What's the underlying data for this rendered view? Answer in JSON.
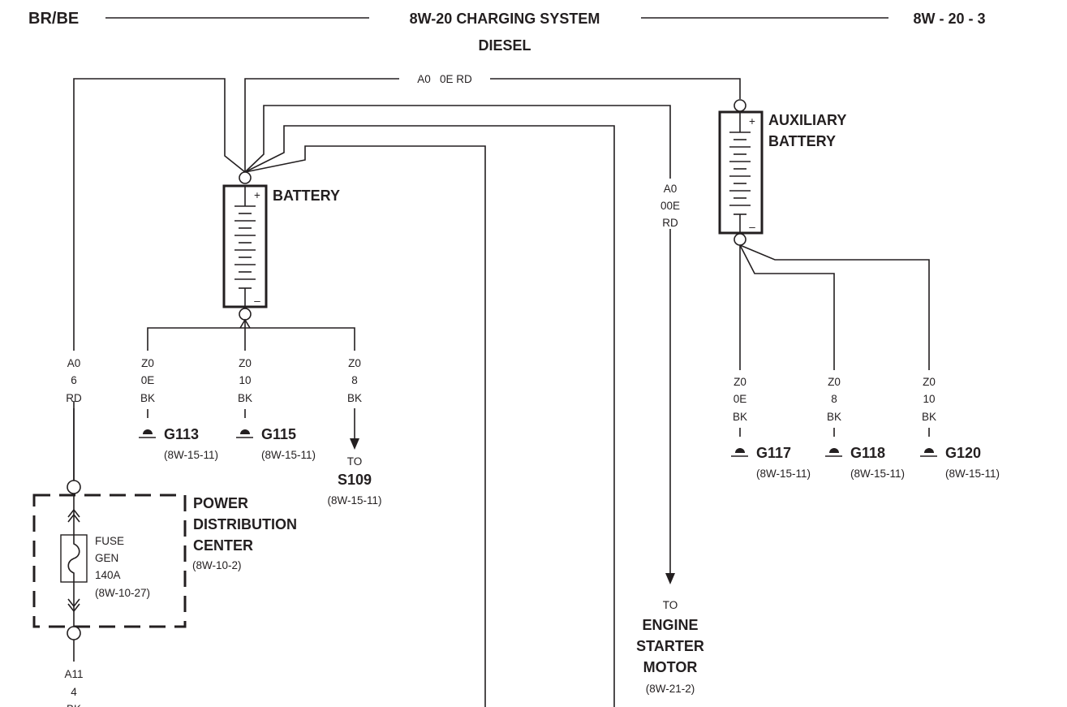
{
  "header": {
    "left": "BR/BE",
    "title": "8W-20 CHARGING SYSTEM",
    "subtitle": "DIESEL",
    "page": "8W - 20 - 3"
  },
  "top_wire": {
    "label": "A0   0E RD"
  },
  "battery": {
    "label": "BATTERY",
    "plus": "+",
    "minus": "–"
  },
  "aux_battery": {
    "label1": "AUXILIARY",
    "label2": "BATTERY",
    "plus": "+",
    "minus": "–"
  },
  "starter_wire": {
    "circuit": "A0",
    "gauge": "00E",
    "color": "RD"
  },
  "left_wire": {
    "circuit": "A0",
    "gauge": "6",
    "color": "RD"
  },
  "grounds": [
    {
      "circuit": "Z0",
      "gauge": "0E",
      "color": "BK",
      "id": "G113",
      "ref": "(8W-15-11)"
    },
    {
      "circuit": "Z0",
      "gauge": "10",
      "color": "BK",
      "id": "G115",
      "ref": "(8W-15-11)"
    },
    {
      "circuit": "Z0",
      "gauge": "0E",
      "color": "BK",
      "id": "G117",
      "ref": "(8W-15-11)"
    },
    {
      "circuit": "Z0",
      "gauge": "8",
      "color": "BK",
      "id": "G118",
      "ref": "(8W-15-11)"
    },
    {
      "circuit": "Z0",
      "gauge": "10",
      "color": "BK",
      "id": "G120",
      "ref": "(8W-15-11)"
    }
  ],
  "s109": {
    "circuit": "Z0",
    "gauge": "8",
    "color": "BK",
    "to": "TO",
    "id": "S109",
    "ref": "(8W-15-11)"
  },
  "pdc": {
    "line1": "POWER",
    "line2": "DISTRIBUTION",
    "line3": "CENTER",
    "ref": "(8W-10-2)"
  },
  "fuse": {
    "line1": "FUSE",
    "line2": "GEN",
    "line3": "140A",
    "ref": "(8W-10-27)"
  },
  "bottom_wire": {
    "circuit": "A11",
    "gauge": "4",
    "color": "BK"
  },
  "starter": {
    "to": "TO",
    "line1": "ENGINE",
    "line2": "STARTER",
    "line3": "MOTOR",
    "ref": "(8W-21-2)"
  }
}
